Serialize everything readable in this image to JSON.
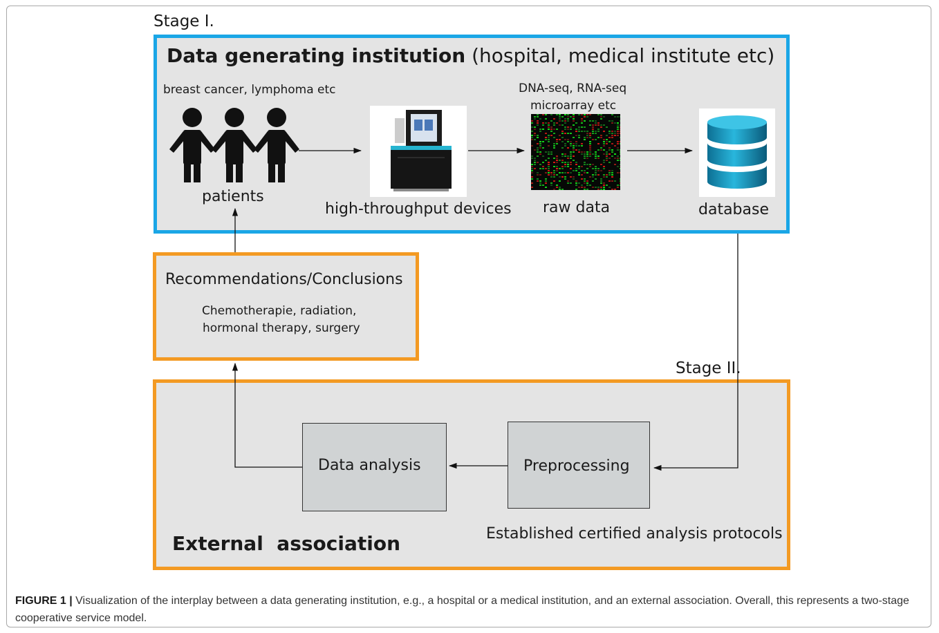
{
  "stage1_label": "Stage I.",
  "stage2_label": "Stage II.",
  "institution": {
    "title_bold": "Data generating institution",
    "title_rest": "(hospital, medical institute etc)",
    "disease_label": "breast cancer, lymphoma etc",
    "patients_label": "patients",
    "devices_label": "high-throughput devices",
    "seq_label_line1": "DNA-seq, RNA-seq",
    "seq_label_line2": "microarray etc",
    "raw_data_label": "raw data",
    "database_label": "database"
  },
  "recommendations": {
    "title": "Recommendations/Conclusions",
    "line1": "Chemotherapie, radiation,",
    "line2": "hormonal therapy, surgery"
  },
  "external": {
    "title": "External  association",
    "data_analysis": "Data analysis",
    "preprocessing": "Preprocessing",
    "protocols": "Established certified analysis protocols"
  },
  "caption": {
    "label": "FIGURE 1 |",
    "text": "Visualization of the interplay between a data generating institution, e.g., a hospital or a medical institution, and an external association. Overall, this represents a two-stage cooperative service model."
  },
  "colors": {
    "stage1_border": "#1aa6e6",
    "stage2_border": "#f39a23",
    "panel_fill": "#e4e4e4",
    "process_box_fill": "#d0d3d4",
    "database_fill": "#1a8fb8"
  }
}
